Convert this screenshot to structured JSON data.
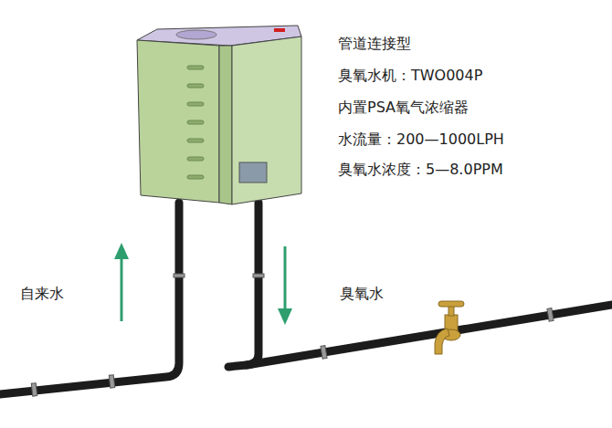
{
  "diagram": {
    "labels": [
      "管道连接型",
      "臭氧水机：TWO004P",
      "内置PSA氧气浓缩器",
      "水流量：200—1000LPH",
      "臭氧水浓度：5—8.0PPM",
      "自来水",
      "臭氧水"
    ]
  }
}
